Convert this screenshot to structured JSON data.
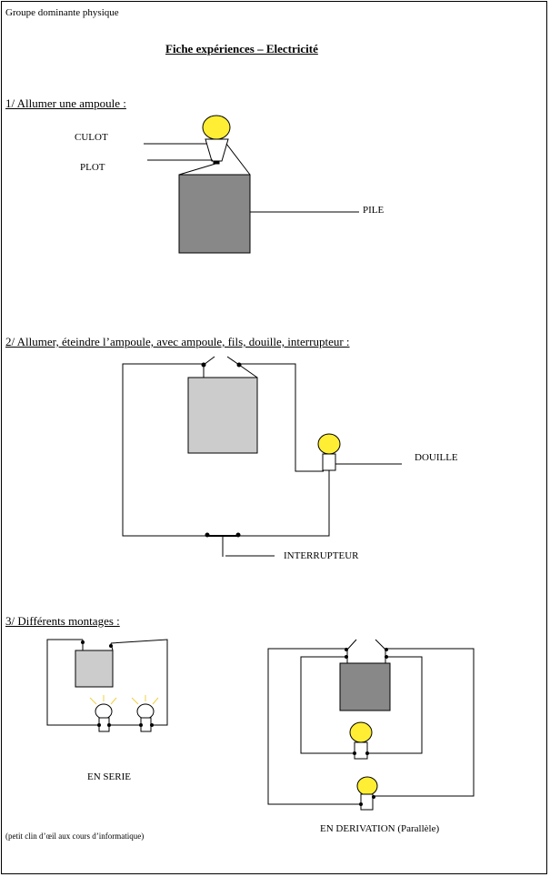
{
  "header": {
    "group": "Groupe dominante physique"
  },
  "title": "Fiche expériences – Electricité",
  "sections": {
    "s1": {
      "heading": "1/ Allumer une ampoule :",
      "labels": {
        "culot": "CULOT",
        "plot": "PLOT",
        "pile": "PILE"
      }
    },
    "s2": {
      "heading": "2/ Allumer, éteindre l’ampoule, avec ampoule, fils, douille, interrupteur :",
      "labels": {
        "douille": "DOUILLE",
        "interrupteur": "INTERRUPTEUR"
      }
    },
    "s3": {
      "heading": "3/ Différents montages :",
      "labels": {
        "serie": "EN SERIE",
        "derivation": "EN DERIVATION (Parallèle)"
      }
    }
  },
  "footer": {
    "note": "(petit clin d’œil aux cours d’informatique)"
  },
  "colors": {
    "bulb": "#ffee33",
    "battery_dark": "#888888",
    "battery_light": "#cccccc",
    "rays": "#f0d040"
  }
}
